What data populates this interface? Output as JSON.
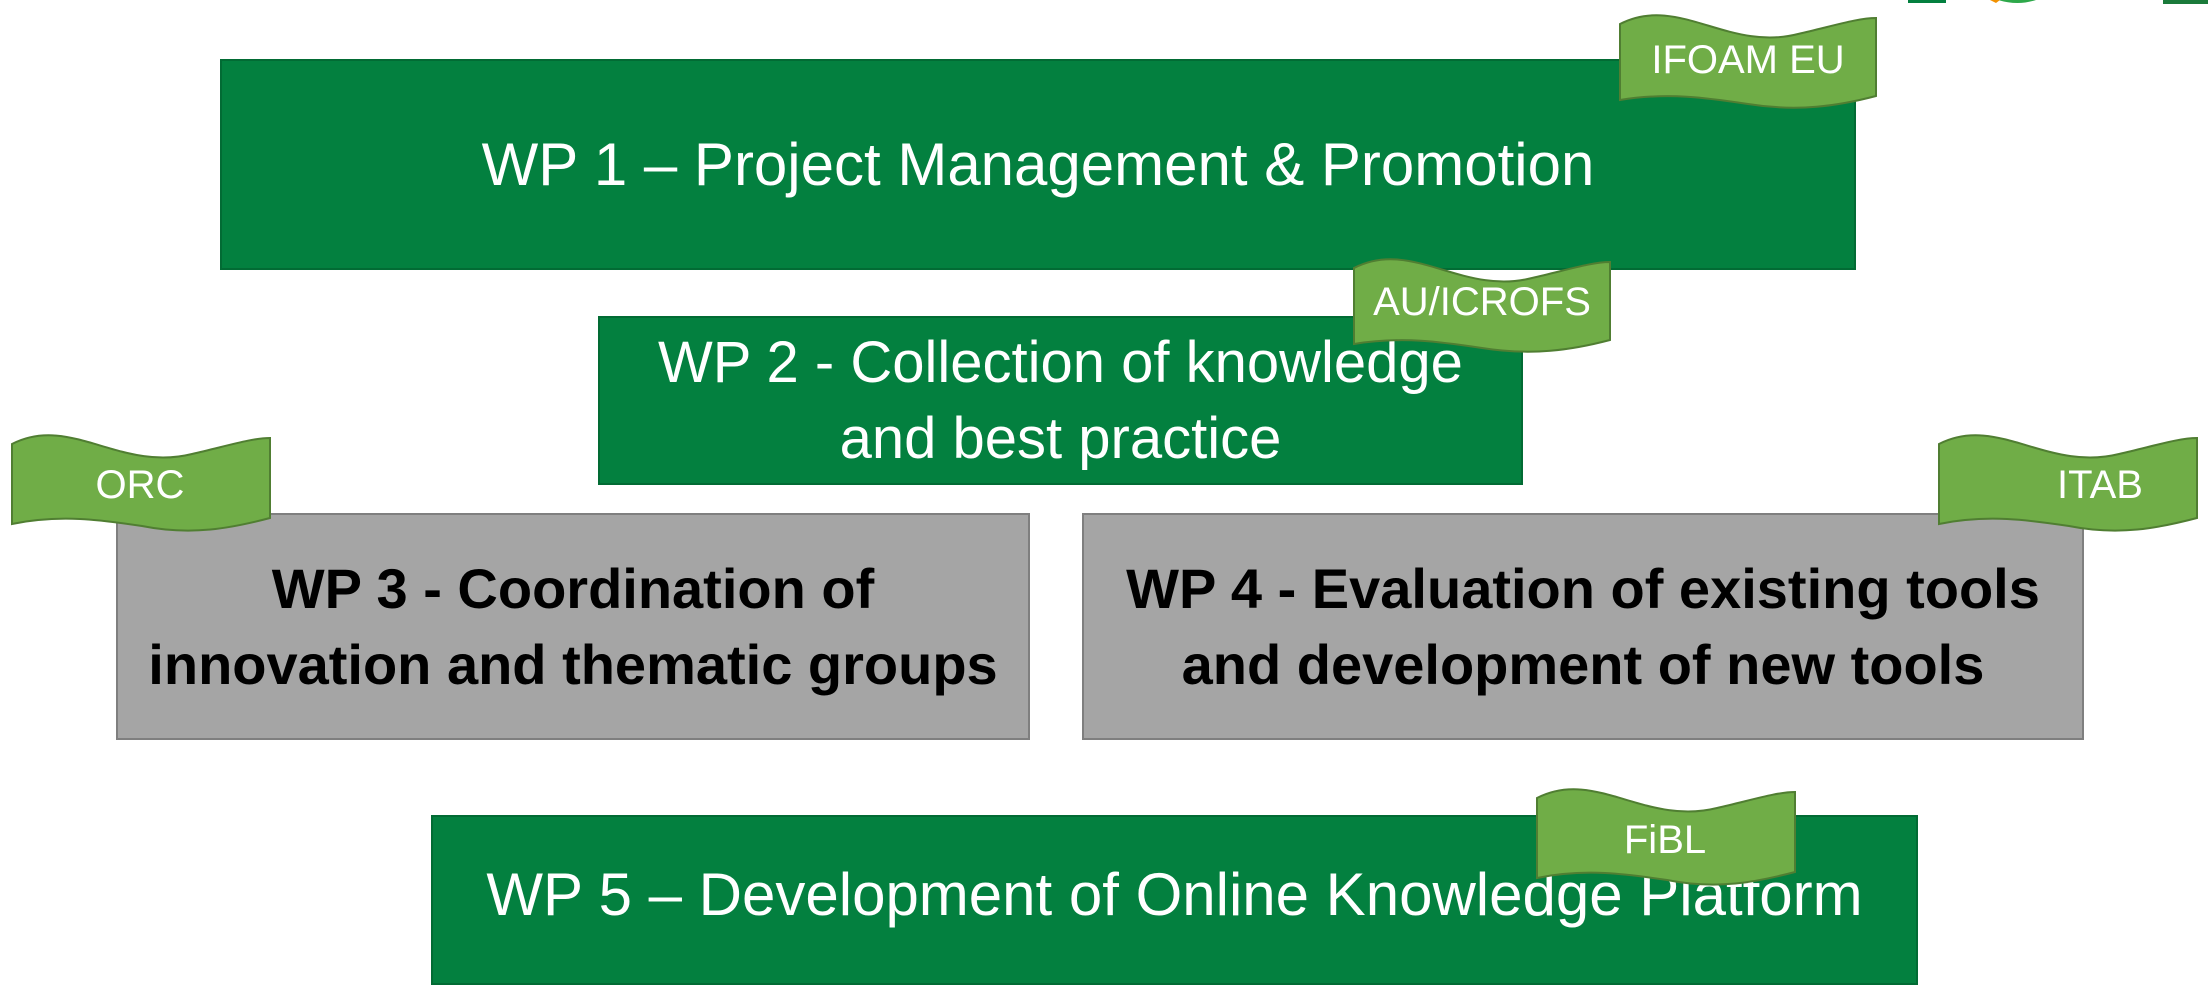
{
  "colors": {
    "wp_green": "#03803f",
    "wp_grey": "#a5a5a5",
    "flag_green": "#70ad47",
    "flag_border": "#507e32"
  },
  "work_packages": [
    {
      "id": "wp1",
      "title": "WP 1 – Project Management & Promotion",
      "lead": "IFOAM EU",
      "style": "green"
    },
    {
      "id": "wp2",
      "title": "WP 2 - Collection of knowledge\nand best practice",
      "lead": "AU/ICROFS",
      "style": "green"
    },
    {
      "id": "wp3",
      "title": "WP 3 - Coordination of\ninnovation and thematic groups",
      "lead": "ORC",
      "style": "grey"
    },
    {
      "id": "wp4",
      "title": "WP 4 - Evaluation of existing tools\nand development of new tools",
      "lead": "ITAB",
      "style": "grey"
    },
    {
      "id": "wp5",
      "title": "WP 5 – Development of Online Knowledge Platform",
      "lead": "FiBL",
      "style": "green"
    }
  ]
}
